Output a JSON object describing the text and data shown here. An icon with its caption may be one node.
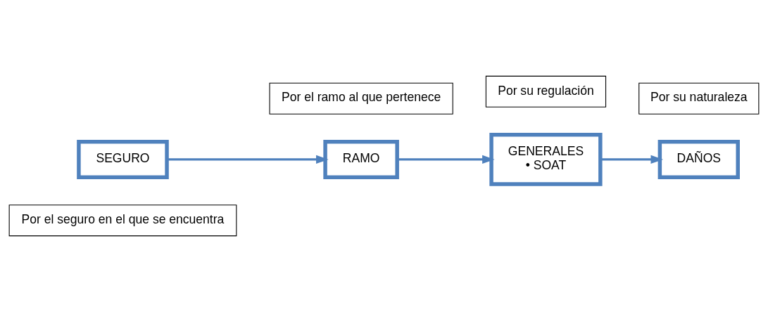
{
  "diagram": {
    "nodes": [
      {
        "text": [
          "Por el seguro en el que se encuentra"
        ]
      },
      {
        "text": [
          "SEGURO"
        ]
      },
      {
        "text": [
          "RAMO"
        ]
      },
      {
        "text": [
          "Por su regulación"
        ]
      },
      {
        "text": [
          "GENERALES",
          "• SOAT"
        ]
      },
      {
        "text": [
          "DAÑOS"
        ]
      },
      {
        "text": [
          "Por su naturaleza"
        ]
      },
      {
        "text": [
          "Por el ramo al que pertenece"
        ]
      }
    ],
    "edges": [
      {
        "from": 1,
        "to": 2,
        "arrow": "to"
      },
      {
        "from": 2,
        "to": 4,
        "arrow": "to"
      },
      {
        "from": 4,
        "to": 5,
        "arrow": "to"
      }
    ]
  }
}
